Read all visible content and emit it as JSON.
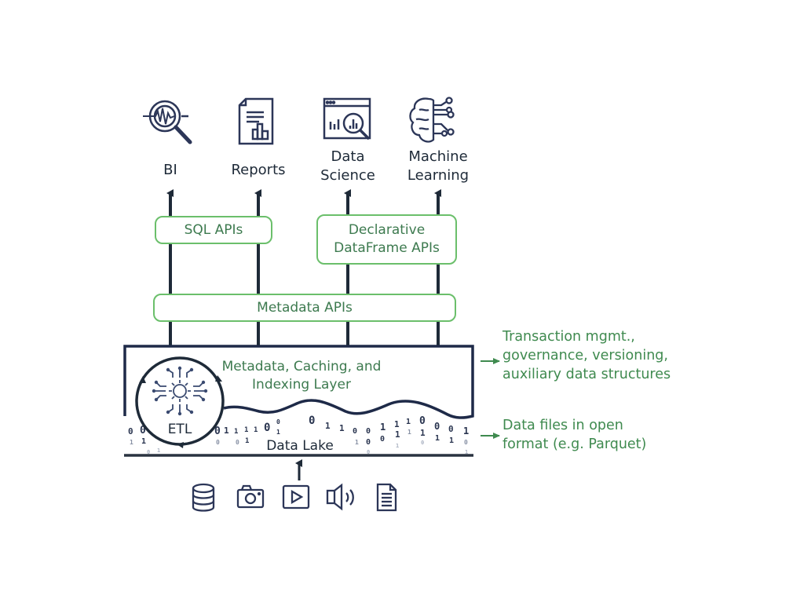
{
  "consumers": [
    {
      "label": "BI",
      "icon": "magnifier-waveform-icon"
    },
    {
      "label": "Reports",
      "icon": "report-document-chart-icon"
    },
    {
      "label": "Data Science",
      "icon": "browser-chart-magnifier-icon"
    },
    {
      "label": "Machine Learning",
      "icon": "brain-circuit-icon"
    }
  ],
  "api_layers": {
    "sql": "SQL APIs",
    "dataframe": "Declarative DataFrame APIs",
    "metadata": "Metadata APIs"
  },
  "middle_layer": {
    "title": "Metadata, Caching, and Indexing Layer",
    "etl_label": "ETL"
  },
  "data_lake": {
    "label": "Data Lake"
  },
  "annotations": {
    "layer_note": "Transaction mgmt., governance, versioning, auxiliary data structures",
    "lake_note": "Data files in open format (e.g. Parquet)"
  },
  "sources": [
    {
      "icon": "database-icon"
    },
    {
      "icon": "camera-icon"
    },
    {
      "icon": "video-play-icon"
    },
    {
      "icon": "speaker-audio-icon"
    },
    {
      "icon": "text-document-icon"
    }
  ],
  "colors": {
    "navy": "#1e2a48",
    "green_border": "#6bbf6b",
    "green_text": "#3d7a4f"
  }
}
